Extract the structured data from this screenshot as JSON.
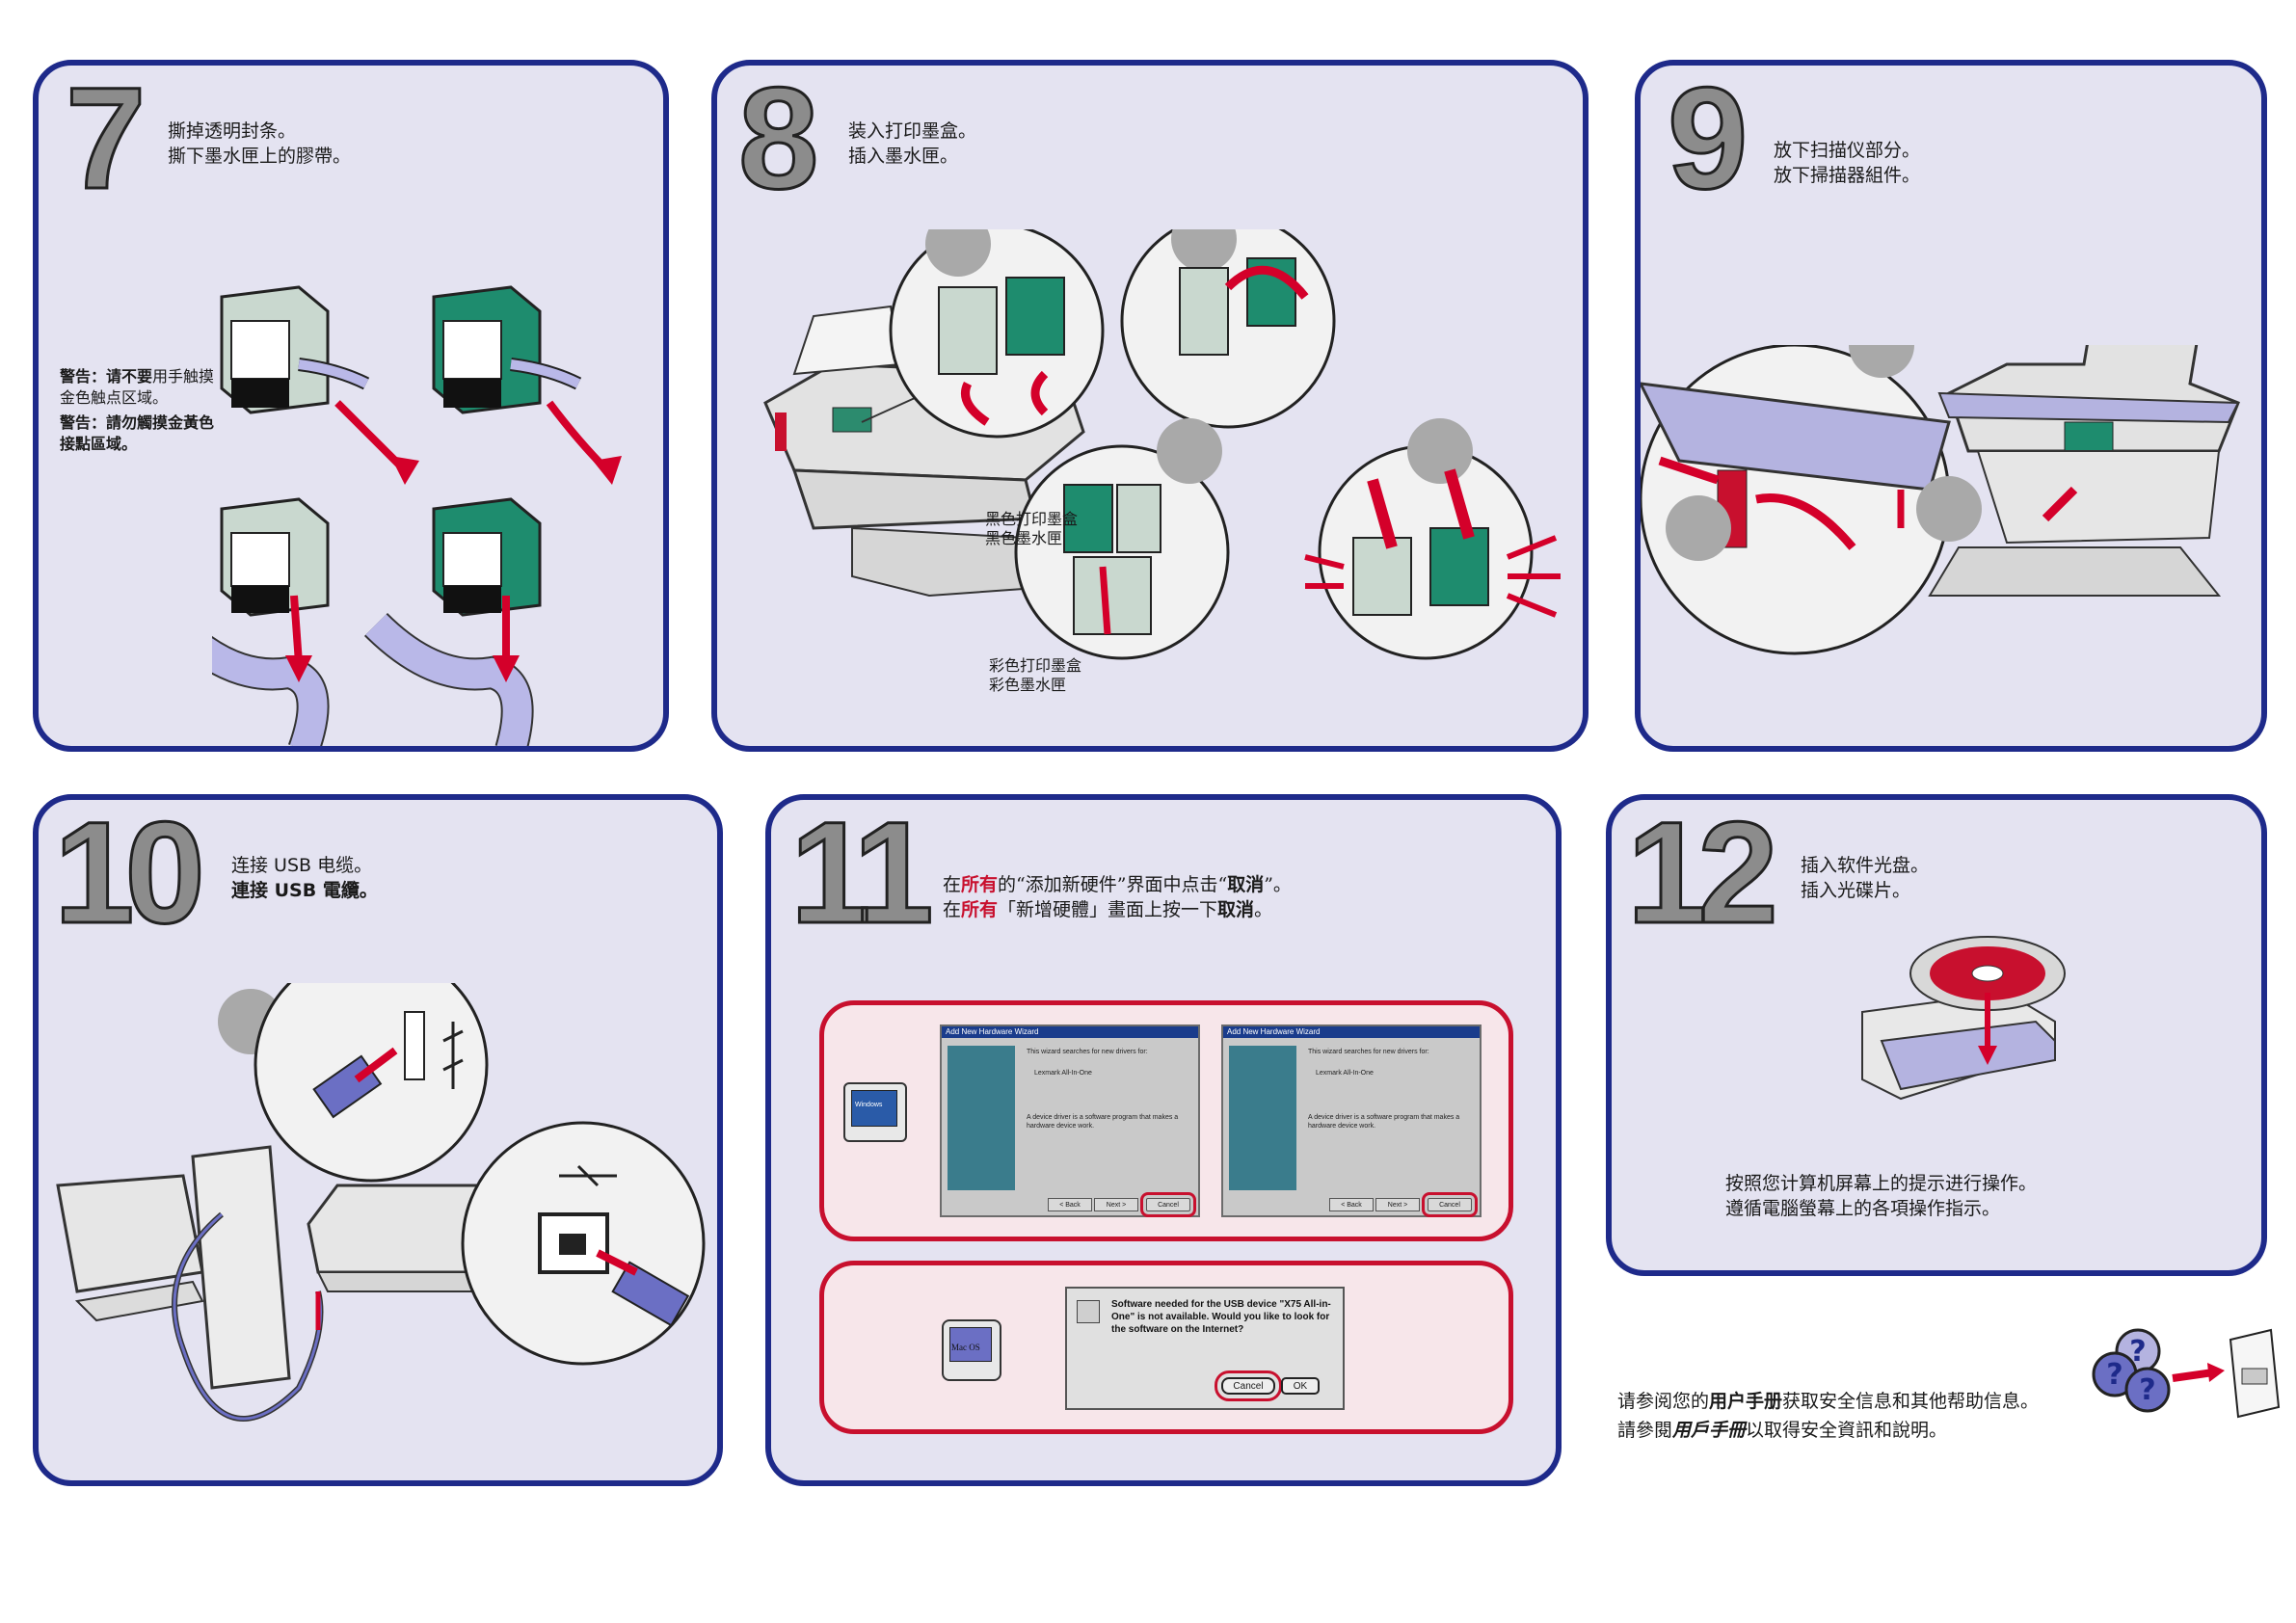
{
  "steps": {
    "s7": {
      "number": "7",
      "line_cn": "撕掉透明封条。",
      "line_tw": "撕下墨水匣上的膠帶。",
      "warning_cn_label": "警告：",
      "warning_cn_bold": "请不要",
      "warning_cn_rest": "用手触摸",
      "warning_cn_line2": "金色触点区域。",
      "warning_tw_label": "警告：",
      "warning_tw_rest": "請勿觸摸金黃色",
      "warning_tw_line2": "接點區域。"
    },
    "s8": {
      "number": "8",
      "line_cn": "装入打印墨盒。",
      "line_tw": "插入墨水匣。",
      "black_cn": "黑色打印墨盒",
      "black_tw": "黑色墨水匣",
      "color_cn": "彩色打印墨盒",
      "color_tw": "彩色墨水匣"
    },
    "s9": {
      "number": "9",
      "line_cn": "放下扫描仪部分。",
      "line_tw": "放下掃描器組件。"
    },
    "s10": {
      "number": "10",
      "line_cn": "连接 USB 电缆。",
      "line_tw": "連接 USB 電纜。"
    },
    "s11": {
      "number": "11",
      "cn_pre": "在",
      "cn_red": "所有",
      "cn_mid": "的“添加新硬件”界面中点击“",
      "cn_bold": "取消",
      "cn_post": "”。",
      "tw_pre": "在",
      "tw_red": "所有",
      "tw_mid": "「新增硬體」畫面上按一下",
      "tw_bold": "取消",
      "tw_post": "。",
      "win_dialog": {
        "title": "Add New Hardware Wizard",
        "intro": "This wizard searches for new drivers for:",
        "device": "Lexmark All-In-One",
        "desc": "A device driver is a software program that makes a hardware device work.",
        "back": "< Back",
        "next": "Next >",
        "cancel": "Cancel"
      },
      "windows_label": "Windows",
      "mac_label": "Mac OS",
      "mac_dialog": {
        "text": "Software needed for the USB device \"X75 All-in-One\" is not available. Would you like to look for the software on the Internet?",
        "cancel": "Cancel",
        "ok": "OK"
      }
    },
    "s12": {
      "number": "12",
      "line_cn": "插入软件光盘。",
      "line_tw": "插入光碟片。",
      "follow_cn": "按照您计算机屏幕上的提示进行操作。",
      "follow_tw": "遵循電腦螢幕上的各項操作指示。"
    }
  },
  "footer": {
    "cn_pre": "请参阅您的",
    "cn_bold": "用户手册",
    "cn_post": "获取安全信息和其他帮助信息。",
    "tw_pre": "請參閱",
    "tw_ital": "用戶手冊",
    "tw_post": "以取得安全資訊和說明。"
  },
  "colors": {
    "panel_bg": "#e4e3f1",
    "panel_border": "#1e2a8a",
    "accent_red": "#c8102e",
    "step_number": "#8c8c8c"
  },
  "icons": [
    "ink-cartridge-icon",
    "red-arrow-icon",
    "printer-icon",
    "scanner-icon",
    "usb-symbol-icon",
    "computer-icon",
    "cd-disc-icon",
    "help-question-icon",
    "manual-book-icon"
  ]
}
